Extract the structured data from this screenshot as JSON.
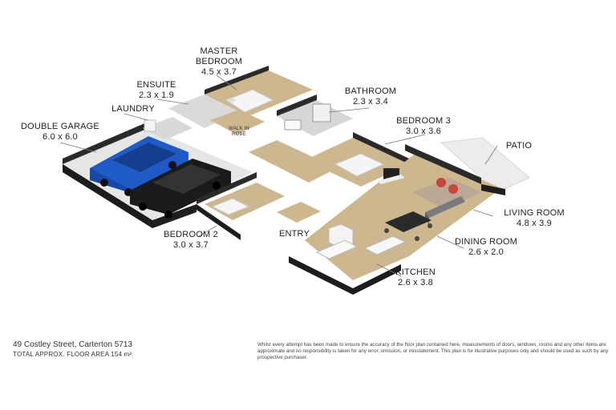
{
  "rooms": {
    "master_bedroom": {
      "name": "MASTER BEDROOM",
      "dims": "4.5 x 3.7"
    },
    "ensuite": {
      "name": "ENSUITE",
      "dims": "2.3 x 1.9"
    },
    "laundry": {
      "name": "LAUNDRY"
    },
    "double_garage": {
      "name": "DOUBLE GARAGE",
      "dims": "6.0 x 6.0"
    },
    "bathroom": {
      "name": "BATHROOM",
      "dims": "2.3 x 3.4"
    },
    "bedroom3": {
      "name": "BEDROOM 3",
      "dims": "3.0 x 3.6"
    },
    "patio": {
      "name": "PATIO"
    },
    "living_room": {
      "name": "LIVING ROOM",
      "dims": "4.8 x 3.9"
    },
    "dining_room": {
      "name": "DINING ROOM",
      "dims": "2.6 x 2.0"
    },
    "kitchen": {
      "name": "KITCHEN",
      "dims": "2.6 x 3.8"
    },
    "bedroom2": {
      "name": "BEDROOM 2",
      "dims": "3.0 x 3.7"
    },
    "entry": {
      "name": "ENTRY"
    },
    "walk_in_robe": {
      "name": "WALK IN ROBE"
    }
  },
  "footer": {
    "address": "49 Costley Street, Carterton 5713",
    "total_area": "TOTAL APPROX. FLOOR AREA 154 m²",
    "disclaimer": "Whilst every attempt has been made to ensure the accuracy of the floor plan contained here, measurements of doors, windows, rooms and any other items are approximate and no responsibility is taken for any error, omission, or misstatement. This plan is for illustrative purposes only and should be used as such by any prospective purchaser."
  },
  "colors": {
    "wall": "#1a1a1a",
    "wall_top": "#2b2b2b",
    "floor_wood": "#cdb78f",
    "floor_tile": "#d9d9d9",
    "garage_floor": "#e4e4e4",
    "car_blue": "#1f5bc7",
    "car_black": "#1b1b1b",
    "sofa": "#7a7a7a",
    "rug": "#b9a894",
    "chairs_red": "#c9453e",
    "patio": "#ececec",
    "leader_line": "#777777"
  },
  "icons": {
    "car": "car-icon",
    "bed": "bed-icon",
    "sofa": "sofa-icon",
    "dining_table": "dining-table-icon",
    "tv": "tv-icon"
  }
}
